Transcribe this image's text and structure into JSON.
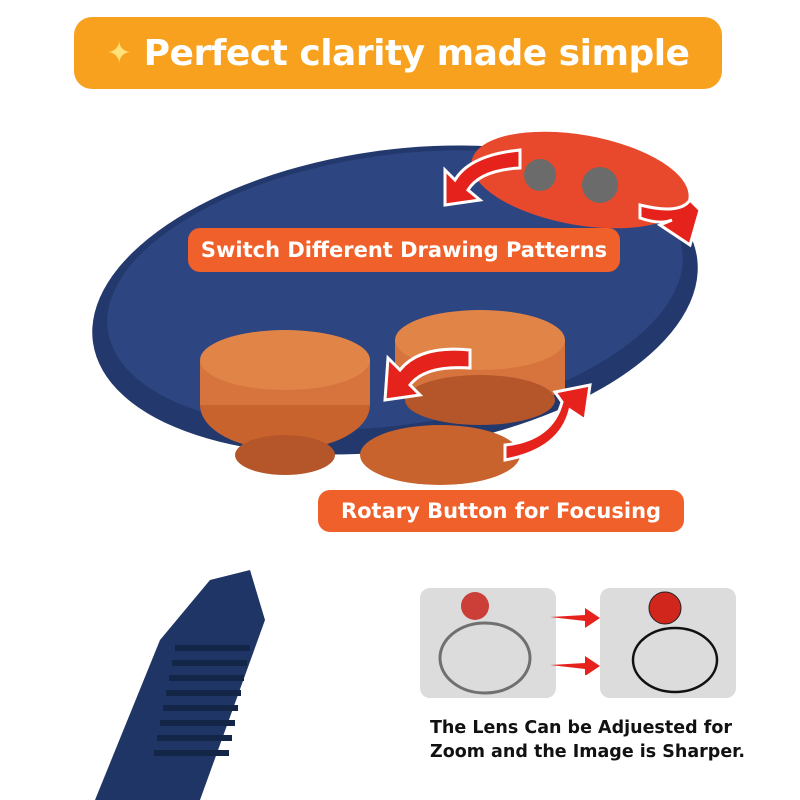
{
  "banner": {
    "icon": "shooting-star-icon",
    "text": "Perfect clarity made simple",
    "color": "#f8a11f"
  },
  "labels": {
    "patterns": "Switch Different Drawing Patterns",
    "focus": "Rotary Button for Focusing",
    "color": "#f0602a"
  },
  "comparison": {
    "caption_line1": "The Lens Can be Adjuested for",
    "caption_line2": "Zoom and the Image is Sharper."
  }
}
